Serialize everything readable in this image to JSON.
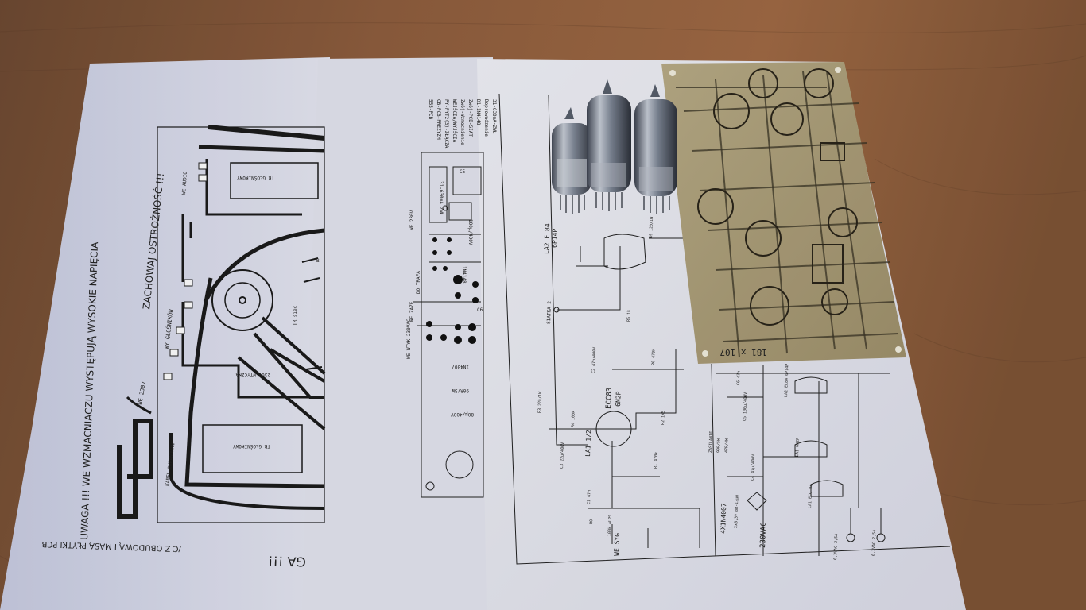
{
  "left_sheet": {
    "warning_main": "UWAGA !!! WE WZMACNIACZU WYSTĘPUJĄ WYSOKIE NAPIĘCIA",
    "warning_sub": "ZACHOWAJ OSTROŻNOŚĆ !!!",
    "bottom_text": "/C Z OBUDOWĄ I MASĄ PŁYTKI PCB",
    "bottom_big": "GA !!!",
    "label_we230": "WE 230V",
    "label_wy_glosnikow": "WY GŁOŚNIKÓW",
    "label_we_audio": "WE AUDIO",
    "label_kabel": "KABEL EKRANOWANY",
    "label_glosnikowy_a": "TR GŁOŚNIKOWY",
    "label_glosnikowy_b": "TR GŁOŚNIKOWY",
    "label_sieciowy": "TR sieć",
    "label_230v_wtyczka": "230V WTYCZKA",
    "label_b": "B"
  },
  "middle_sheet": {
    "corner_notes": [
      "555-PCB",
      "CB-PCB-PREZYZM",
      "PY-PYT2(3)-ZŁĄCZA",
      "WEJŚCIA/WYJŚCIA",
      "Zwój-Wzmocnienie",
      "Zwój-PCB-SIAT",
      "D1-1N4148",
      "Doprowadzenie",
      "31-630mA-ZWŁ"
    ],
    "fuse": "31-630mA ZWŁ",
    "we230": "WE 230V",
    "do_trafa": "DO TRAFA",
    "we_zaze": "WE ZAZE",
    "we_wtyk": "WE WTYK 230VAC",
    "c5": "C5",
    "c6": "C6",
    "r_sm": "1N4148",
    "dioda": "1N4007",
    "r_90r": "90R/5W",
    "r_80u": "80μ/400V",
    "cap_100u": "100μ/400V"
  },
  "schematic": {
    "tube1_name": "ECC83",
    "tube1_alt": "6N2P",
    "tube1_ref": "LA1 1/2",
    "tube2_name": "LA2 EL84",
    "tube2_alt": "6P14P",
    "siatka": "SIATKA 2",
    "we_syg": "WE SYG",
    "r_r0": "R0",
    "r_alps": "100k ALPS",
    "c1": "C1 47n",
    "r_r1": "R1 470k",
    "r_r2": "R2 1k5",
    "r_r3": "R3 22k/1W",
    "r_r4": "R4 100k",
    "r_r5": "R5 1k",
    "r_r6": "R6 470k",
    "r_r9": "R9 120/1W",
    "c2": "C2 47n/400V",
    "c3": "C3 22μ/400V",
    "c4": "C4 47μ/400V",
    "c5": "C5 100μ/400V",
    "c6": "C6 47n",
    "rect": "4X1N4007",
    "vac": "230VAC",
    "heater1": "6,3VAC 2,5A",
    "heater2": "6,3VAC 2,5A",
    "zasilanie": "ZASILANIE",
    "r_rbb": "90R/5W",
    "r_rcc": "47R/4W",
    "la1_small": "LA1 6N2P",
    "la1_b": "LA1 ECC 83",
    "la2_small": "LA2 EL84 6P14P",
    "v_out": "2x6,3V 8R-13μm"
  },
  "pcb": {
    "marking": "181 x 107"
  }
}
